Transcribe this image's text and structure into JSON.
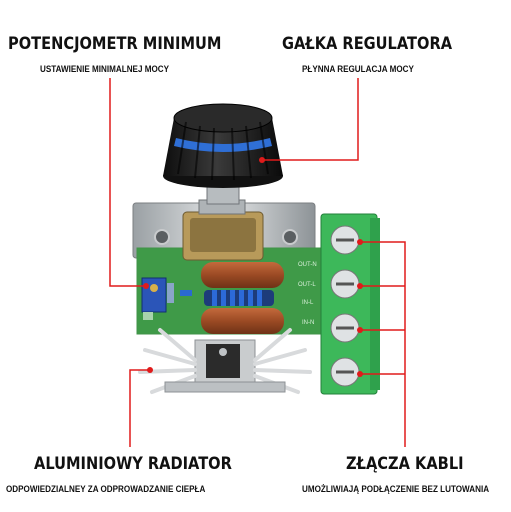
{
  "labels": {
    "pot_min_title": "POTENCJOMETR MINIMUM",
    "pot_min_sub": "USTAWIENIE MINIMALNEJ MOCY",
    "knob_title": "GAŁKA REGULATORA",
    "knob_sub": "PŁYNNA REGULACJA MOCY",
    "radiator_title": "ALUMINIOWY RADIATOR",
    "radiator_sub": "ODPOWIEDZIALNEY  ZA ODPROWADZANIE CIEPŁA",
    "connectors_title": "ZŁĄCZA KABLI",
    "connectors_sub": "UMOŻLIWIAJĄ PODŁĄCZENIE BEZ LUTOWANIA"
  },
  "pcb_silkscreen": {
    "out_n": "OUT-N",
    "out_l": "OUT-L",
    "in_l": "IN-L",
    "in_n": "IN-N"
  },
  "colors": {
    "callout_line": "#e01b1b",
    "pcb": "#3f9a48",
    "terminal_block": "#3db85a",
    "knob": "#1a1a1a",
    "knob_accent": "#2f6fd6",
    "capacitor": "#a0522d",
    "heatsink": "#d8dadc"
  }
}
